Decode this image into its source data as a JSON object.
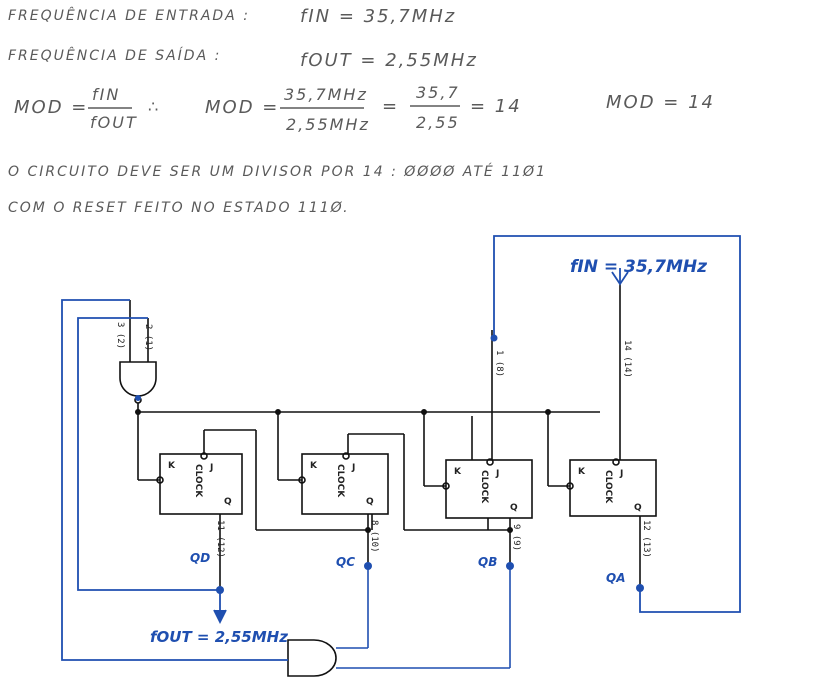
{
  "header": {
    "line1_label": "FREQUÊNCIA DE ENTRADA :",
    "line1_formula": "fIN = 35,7MHz",
    "line2_label": "FREQUÊNCIA DE SAÍDA :",
    "line2_formula": "fOUT = 2,55MHz",
    "mod_lhs": "MOD =",
    "mod_num": "fIN",
    "mod_den": "fOUT",
    "therefore": "∴",
    "mod_eq": "MOD =",
    "mod_num2": "35,7MHz",
    "mod_den2": "2,55MHz",
    "eq2": "=",
    "mod_num3": "35,7",
    "mod_den3": "2,55",
    "mod_result": "= 14",
    "mod_final": "MOD = 14",
    "sentence1": "O CIRCUITO DEVE SER UM DIVISOR POR 14 : ØØØØ ATÉ 11Ø1",
    "sentence2": "COM O RESET FEITO NO ESTADO 111Ø."
  },
  "circuit": {
    "fin_label": "fIN = 35,7MHz",
    "fout_label": "fOUT = 2,55MHz",
    "flipflops": [
      {
        "j": "J",
        "k": "K",
        "q": "Q",
        "clk": "CLOCK",
        "out_label": "QD",
        "pin": "11 (12)"
      },
      {
        "j": "J",
        "k": "K",
        "q": "Q",
        "clk": "CLOCK",
        "out_label": "QC",
        "pin": "8 (10)"
      },
      {
        "j": "J",
        "k": "K",
        "q": "Q",
        "clk": "CLOCK",
        "out_label": "QB",
        "pin": "9 (9)"
      },
      {
        "j": "J",
        "k": "K",
        "q": "Q",
        "clk": "CLOCK",
        "out_label": "QA",
        "pin": "12 (13)"
      }
    ],
    "pins": {
      "nand_in_a": "3 (2)",
      "nand_in_b": "2 (1)",
      "ff3_clk": "1 (8)",
      "ff4_clk": "14 (14)"
    }
  },
  "colors": {
    "ink": "#5a5a5a",
    "blue": "#1f4fb0",
    "wire": "#111111"
  }
}
